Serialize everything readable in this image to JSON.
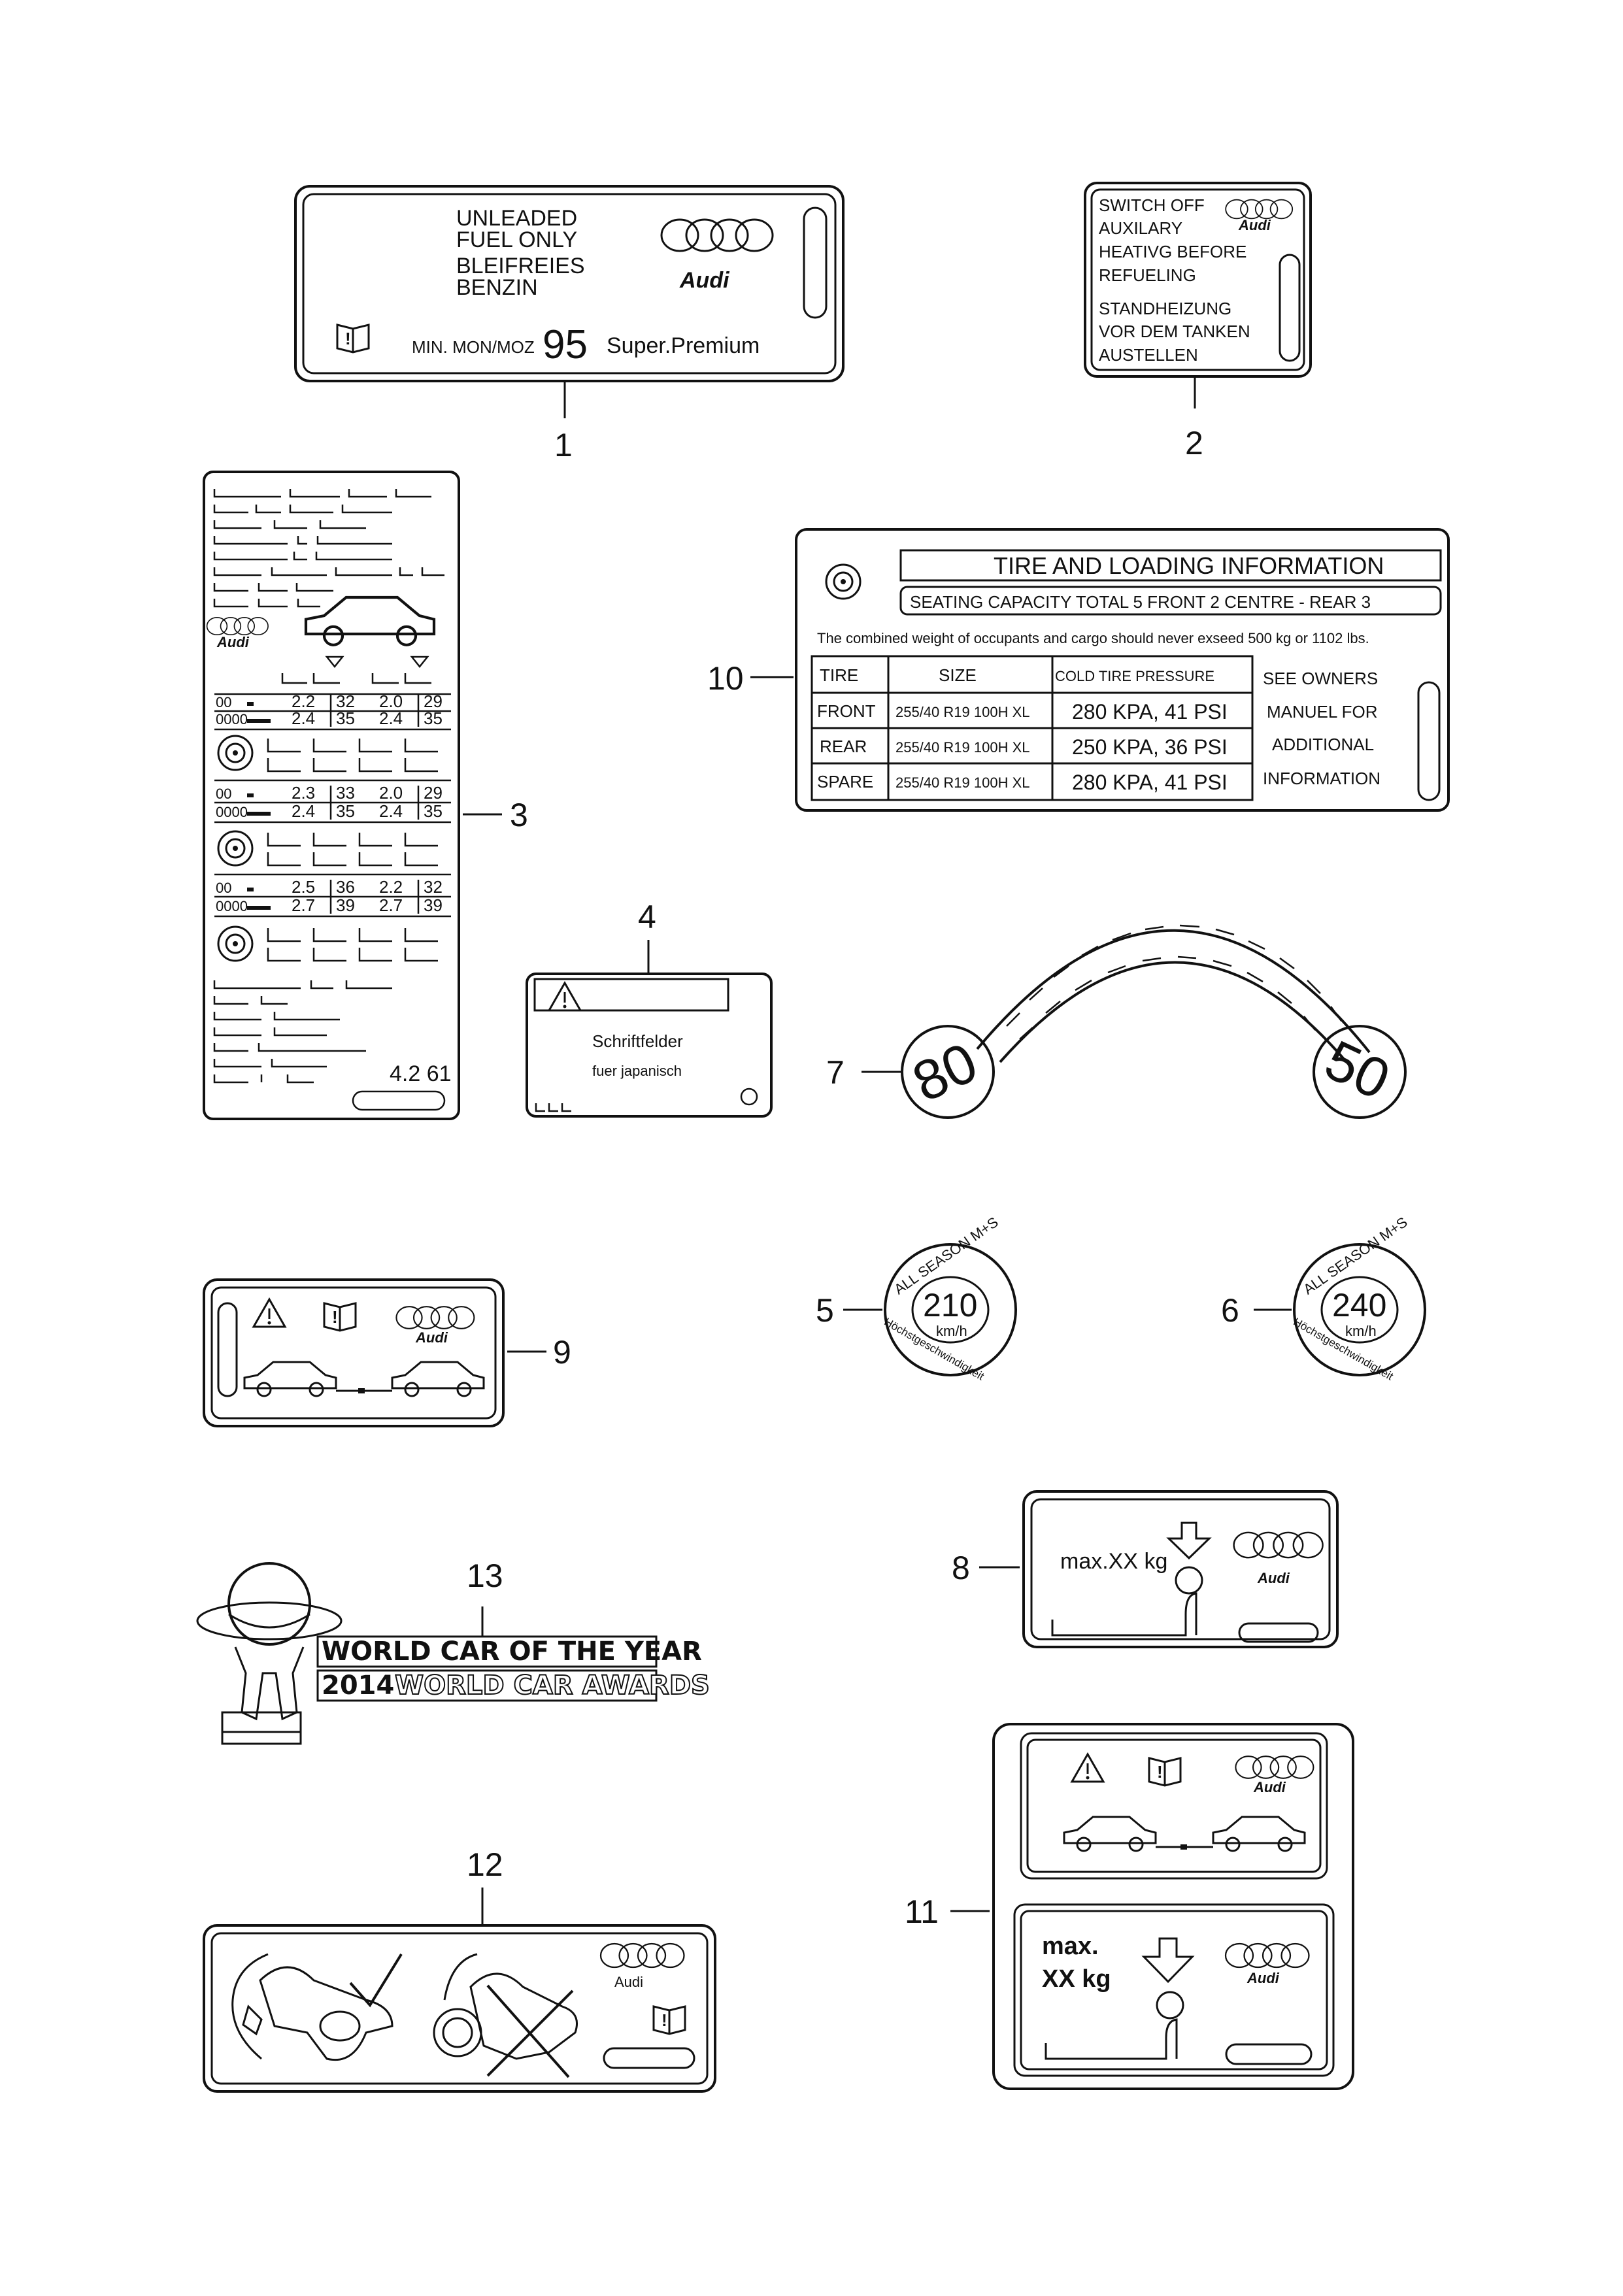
{
  "diagram": {
    "callouts": [
      "1",
      "2",
      "3",
      "4",
      "5",
      "6",
      "7",
      "8",
      "9",
      "10",
      "11",
      "12",
      "13"
    ],
    "brand": "Audi",
    "label1": {
      "lines": [
        "UNLEADED",
        "FUEL ONLY",
        "BLEIFREIES",
        "BENZIN"
      ],
      "min_text": "MIN. MON/MOZ",
      "octane": "95",
      "grade": "Super.Premium"
    },
    "label2": {
      "lines": [
        "SWITCH OFF",
        "AUXILARY",
        "HEATIVG BEFORE",
        "REFUELING"
      ],
      "lines_de": [
        "STANDHEIZUNG",
        "VOR DEM TANKEN",
        "AUSTELLEN"
      ]
    },
    "label3": {
      "blocks": [
        {
          "rows": [
            [
              "2.2",
              "32",
              "2.0",
              "29"
            ],
            [
              "2.4",
              "35",
              "2.4",
              "35"
            ]
          ]
        },
        {
          "rows": [
            [
              "2.3",
              "33",
              "2.0",
              "29"
            ],
            [
              "2.4",
              "35",
              "2.4",
              "35"
            ]
          ]
        },
        {
          "rows": [
            [
              "2.5",
              "36",
              "2.2",
              "32"
            ],
            [
              "2.7",
              "39",
              "2.7",
              "39"
            ]
          ]
        }
      ],
      "code": "4.2 61"
    },
    "label4": {
      "line1": "Schriftfelder",
      "line2": "fuer japanisch"
    },
    "label5": {
      "season": "ALL SEASON M+S",
      "speed": "210",
      "unit": "km/h",
      "sub": "Höchstgeschwindigkeit"
    },
    "label6": {
      "season": "ALL SEASON M+S",
      "speed": "240",
      "unit": "km/h",
      "sub": "Höchstgeschwindigkeit"
    },
    "label7": {
      "left": "80",
      "right": "50"
    },
    "label8": {
      "text": "max.XX kg"
    },
    "label10": {
      "title": "TIRE AND LOADING INFORMATION",
      "seating": "SEATING CAPACITY TOTAL 5 FRONT 2 CENTRE - REAR 3",
      "note": "The combined weight of occupants and cargo should never exseed 500 kg or 1102 lbs.",
      "headers": [
        "TIRE",
        "SIZE",
        "COLD TIRE PRESSURE"
      ],
      "rows": [
        [
          "FRONT",
          "255/40 R19 100H XL",
          "280 KPA, 41 PSI"
        ],
        [
          "REAR",
          "255/40 R19 100H XL",
          "250 KPA, 36 PSI"
        ],
        [
          "SPARE",
          "255/40 R19 100H XL",
          "280 KPA, 41 PSI"
        ]
      ],
      "see_owners": [
        "SEE OWNERS",
        "MANUEL FOR",
        "ADDITIONAL",
        "INFORMATION"
      ]
    },
    "label11": {
      "max_line1": "max.",
      "max_line2": "XX kg"
    },
    "label13": {
      "line1": "WORLD CAR OF THE YEAR",
      "year": "2014",
      "line2": "WORLD CAR AWARDS"
    }
  }
}
